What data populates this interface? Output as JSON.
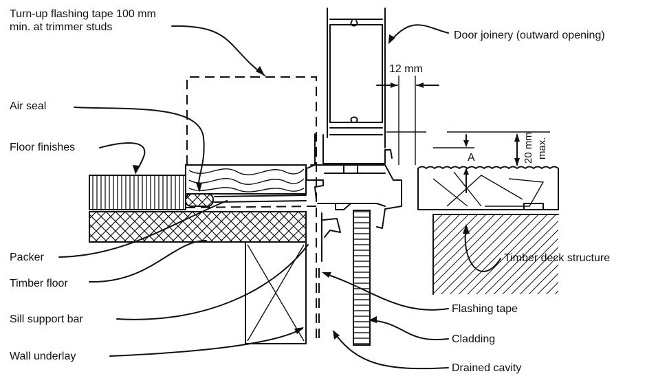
{
  "labels": {
    "turn_up": "Turn-up flashing tape 100 mm\nmin. at trimmer studs",
    "air_seal": "Air seal",
    "floor_finishes": "Floor finishes",
    "packer": "Packer",
    "timber_floor": "Timber floor",
    "sill_support_bar": "Sill support bar",
    "wall_underlay": "Wall underlay",
    "door_joinery": "Door joinery (outward opening)",
    "timber_deck_structure": "Timber deck structure",
    "flashing_tape": "Flashing tape",
    "cladding": "Cladding",
    "drained_cavity": "Drained cavity"
  },
  "dimensions": {
    "gap": "12 mm",
    "step_max_line1": "20 mm",
    "step_max_line2": "max.",
    "step_marker": "A"
  }
}
